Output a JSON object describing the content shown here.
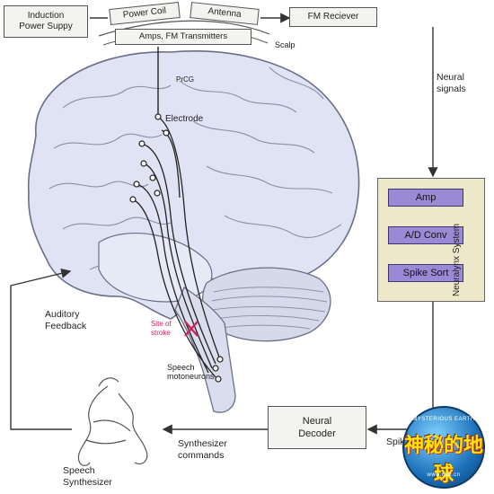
{
  "boxes": {
    "induction": "Induction\nPower Suppy",
    "power_coil": "Power Coil",
    "antenna": "Antenna",
    "amps": "Amps, FM Transmitters",
    "fm_receiver": "FM Reciever",
    "neural_decoder": "Neural\nDecoder"
  },
  "labels": {
    "scalp": "Scalp",
    "prcg": "PrCG",
    "electrode": "Electrode",
    "neural_signals": "Neural\nsignals",
    "site_of_stroke": "Site of\nstroke",
    "speech_motoneurons": "Speech\nmotoneurons",
    "auditory_feedback": "Auditory\nFeedback",
    "synthesizer_commands": "Synthesizer\ncommands",
    "speech_synthesizer": "Speech\nSynthesizer",
    "spikes": "Spik"
  },
  "neuralynx": {
    "title": "Neuralynx System",
    "stages": [
      "Amp",
      "A/D Conv",
      "Spike Sort"
    ]
  },
  "watermark": {
    "text": "神秘的地球",
    "small_top": "MYSTERIOUS EARTH",
    "small_bottom": "www.uux.cn"
  },
  "colors": {
    "brain": "#dfe3f3",
    "brain_line": "#6a6f86",
    "panel": "#ece8c9",
    "stage": "#9a8ad6",
    "stroke_mark": "#d0235a"
  }
}
